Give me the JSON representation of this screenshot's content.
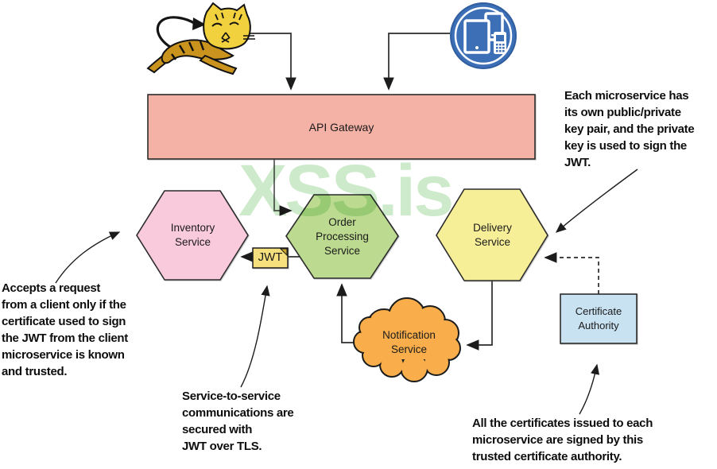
{
  "watermark": "XSS.is",
  "nodes": {
    "api_gateway": "API Gateway",
    "inventory_service": "Inventory\nService",
    "order_processing_service": "Order\nProcessing\nService",
    "delivery_service": "Delivery\nService",
    "jwt_token": "JWT",
    "notification_service": "Notification\nService",
    "certificate_authority": "Certificate\nAuthority"
  },
  "annotations": {
    "key_pair_note": "Each microservice has\nits own public/private\nkey pair, and the private\nkey is used to sign the\nJWT.",
    "client_trust_note": "Accepts a request\nfrom a client only if the\ncertificate used to sign\nthe JWT from the client\nmicroservice is known\nand trusted.",
    "jwt_tls_note": "Service-to-service\ncommunications are\nsecured with\nJWT over TLS.",
    "ca_note": "All the certificates issued to each\nmicroservice are signed by this\ntrusted certificate authority."
  },
  "icons": {
    "tomcat_logo": "tomcat-cat-logo",
    "client_devices": "client-devices-icon"
  },
  "colors": {
    "api_gateway_fill": "#F4B1A5",
    "inventory_fill": "#F9C9DC",
    "order_fill": "#BCDB90",
    "delivery_fill": "#F7EF98",
    "jwt_fill": "#F6DF7D",
    "cloud_fill": "#F9AE4B",
    "ca_fill": "#C9E2F2",
    "icon_blue": "#3D6FB7",
    "cat_body_gold": "#C9931D",
    "cat_head_yellow": "#F2D13F",
    "watermark_green": "#CDEBCB",
    "line": "#2B2B2B"
  }
}
